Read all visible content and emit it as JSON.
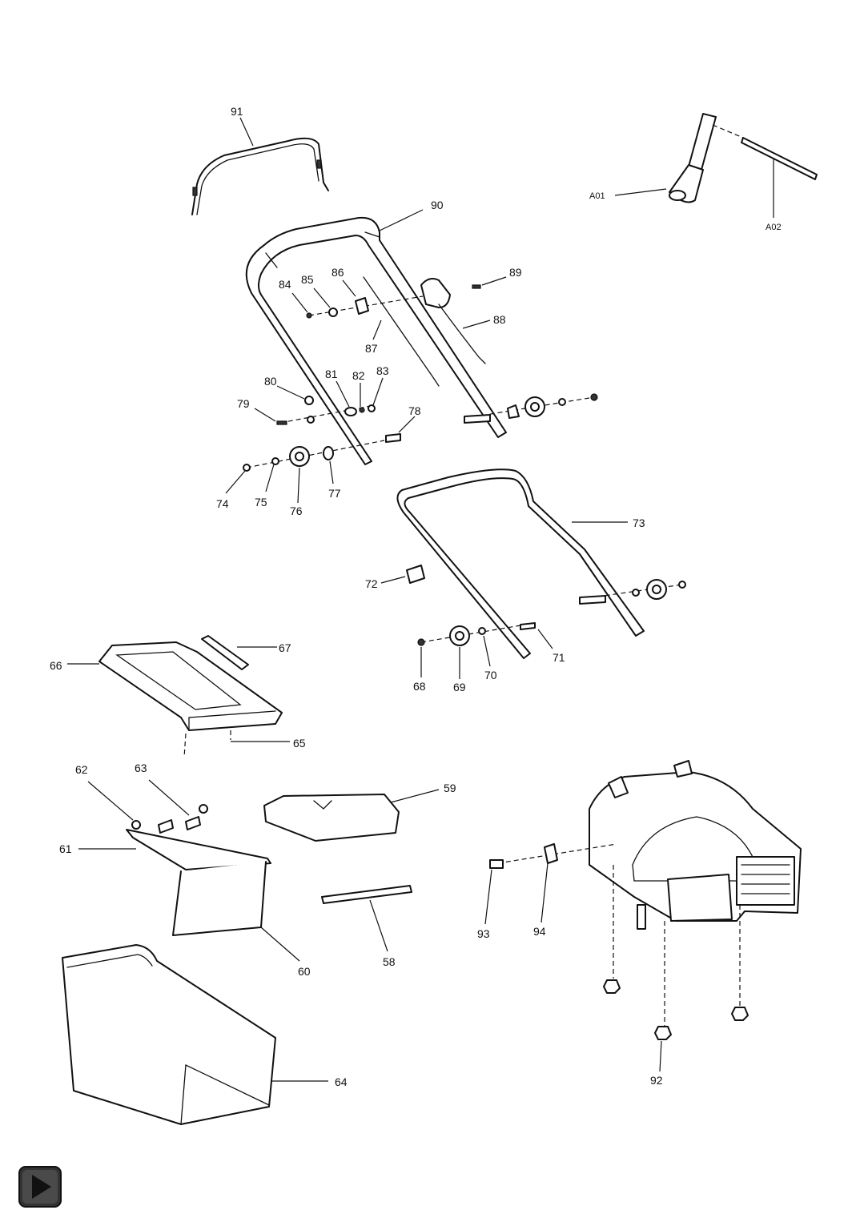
{
  "labels": {
    "p91": "91",
    "pA01": "A01",
    "pA02": "A02",
    "p90": "90",
    "p89": "89",
    "p84": "84",
    "p85": "85",
    "p86": "86",
    "p87": "87",
    "p88": "88",
    "p80": "80",
    "p81": "81",
    "p82": "82",
    "p83": "83",
    "p79": "79",
    "p78": "78",
    "p74": "74",
    "p75": "75",
    "p76": "76",
    "p77": "77",
    "p73": "73",
    "p72": "72",
    "p71": "71",
    "p70": "70",
    "p69": "69",
    "p68": "68",
    "p67": "67",
    "p66": "66",
    "p65": "65",
    "p62": "62",
    "p63": "63",
    "p61": "61",
    "p59": "59",
    "p60": "60",
    "p58": "58",
    "p64": "64",
    "p93": "93",
    "p94": "94",
    "p92": "92"
  },
  "colors": {
    "line": "#111111",
    "background": "#ffffff",
    "button": "#333333"
  },
  "icons": {
    "nav_next": "play-icon"
  }
}
